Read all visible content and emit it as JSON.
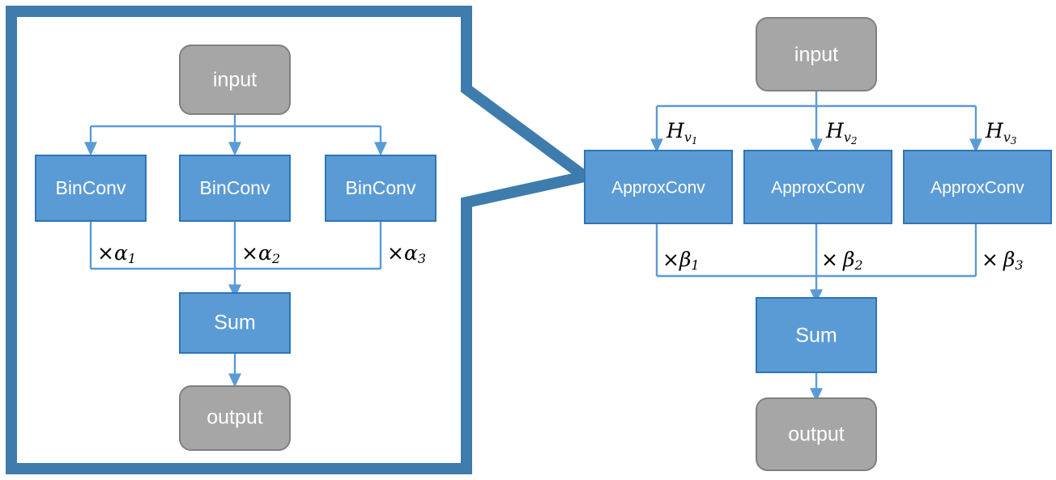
{
  "figure": {
    "title": "",
    "background_color": "#ffffff",
    "colors": {
      "node_blue_fill": "#5B9BD5",
      "node_blue_stroke": "#2E75B6",
      "node_gray_fill": "#A6A6A6",
      "node_gray_stroke": "#808080",
      "connector_blue": "#5B9BD5",
      "callout_border": "#3E7CAD",
      "label_text": "#ffffff",
      "math_text": "#000000"
    }
  },
  "left_panel": {
    "name": "binary-convolution-block",
    "callout_border_width": 14,
    "input_node": {
      "label": "input",
      "shape": "rounded-rect",
      "fill": "gray"
    },
    "branch_nodes": [
      {
        "label": "BinConv",
        "shape": "rect",
        "fill": "blue"
      },
      {
        "label": "BinConv",
        "shape": "rect",
        "fill": "blue"
      },
      {
        "label": "BinConv",
        "shape": "rect",
        "fill": "blue"
      }
    ],
    "scale_labels": [
      {
        "op": "×",
        "symbol": "α",
        "subscript": "1",
        "text": "×α₁"
      },
      {
        "op": "×",
        "symbol": "α",
        "subscript": "2",
        "text": "×α₂"
      },
      {
        "op": "×",
        "symbol": "α",
        "subscript": "3",
        "text": "×α₃"
      }
    ],
    "sum_node": {
      "label": "Sum",
      "shape": "rect",
      "fill": "blue"
    },
    "output_node": {
      "label": "output",
      "shape": "rounded-rect",
      "fill": "gray"
    }
  },
  "right_panel": {
    "name": "approximate-convolution-block",
    "input_node": {
      "label": "input",
      "shape": "rounded-rect",
      "fill": "gray"
    },
    "branch_nodes": [
      {
        "label": "ApproxConv",
        "shape": "rect",
        "fill": "blue"
      },
      {
        "label": "ApproxConv",
        "shape": "rect",
        "fill": "blue"
      },
      {
        "label": "ApproxConv",
        "shape": "rect",
        "fill": "blue"
      }
    ],
    "edge_labels": [
      {
        "symbol": "H",
        "subscript": "v",
        "subsubscript": "1",
        "text": "Hᵥ1"
      },
      {
        "symbol": "H",
        "subscript": "v",
        "subsubscript": "2",
        "text": "Hᵥ2"
      },
      {
        "symbol": "H",
        "subscript": "v",
        "subsubscript": "3",
        "text": "Hᵥ3"
      }
    ],
    "scale_labels": [
      {
        "op": "×",
        "symbol": "β",
        "subscript": "1",
        "text": "×β₁"
      },
      {
        "op": "×",
        "symbol": "β",
        "subscript": "2",
        "text": "× β₂"
      },
      {
        "op": "×",
        "symbol": "β",
        "subscript": "3",
        "text": "× β₃"
      }
    ],
    "sum_node": {
      "label": "Sum",
      "shape": "rect",
      "fill": "blue"
    },
    "output_node": {
      "label": "output",
      "shape": "rounded-rect",
      "fill": "gray"
    }
  },
  "callout": {
    "name": "zoom-callout-pointer",
    "description": "expanded-view-pointer",
    "target": "ApproxConv"
  }
}
